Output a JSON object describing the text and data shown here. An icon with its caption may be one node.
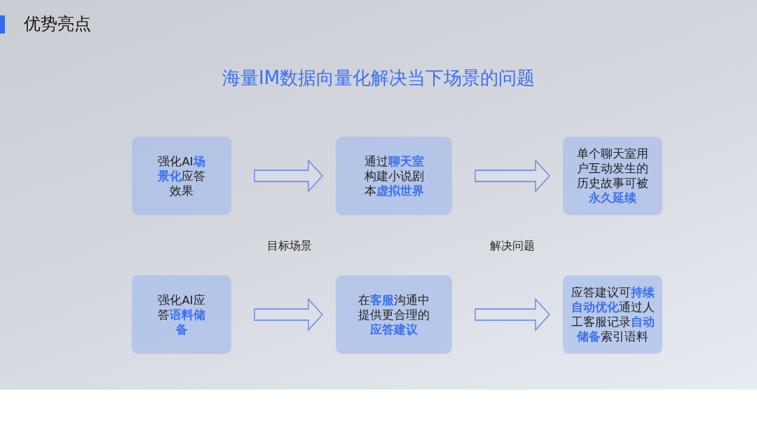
{
  "diagram": {
    "title": "优势亮点",
    "nodes": [
      {
        "text": [
          "强化AI**场景化**应答效果"
        ]
      },
      {
        "text": [
          "通过**聊天室**构建小说剧本**虚拟世界**"
        ]
      },
      {
        "text": [
          "单个聊天室用户互动发生的历史故事可被**永久延续**"
        ]
      },
      {
        "text": [
          "强化AI应答**语料储备**"
        ]
      },
      {
        "text": [
          "在**客服**沟通中提供更合理的**应答建议**"
        ]
      },
      {
        "text": [
          "应答建议可**持续自动优化**通过人工客服记录**自动储备**索引语料"
        ]
      }
    ],
    "edges": [
      {
        "from": 0,
        "to": 1,
        "arrow": "to"
      },
      {
        "from": 1,
        "to": 2,
        "arrow": "to"
      },
      {
        "from": 3,
        "to": 4,
        "arrow": "to"
      },
      {
        "from": 4,
        "to": 5,
        "arrow": "to"
      }
    ],
    "labels": [
      "海量IM数据向量化解决当下场景的问题",
      "目标场景",
      "解决问题"
    ]
  }
}
